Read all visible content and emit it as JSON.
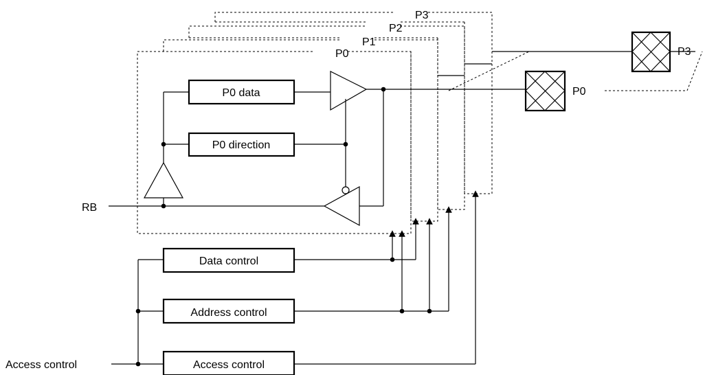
{
  "planes": {
    "p3": "P3",
    "p2": "P2",
    "p1": "P1",
    "p0": "P0"
  },
  "blocks": {
    "p0_data": "P0 data",
    "p0_direction": "P0 direction",
    "data_control": "Data control",
    "address_control": "Address control",
    "access_control": "Access control"
  },
  "pins": {
    "p0": "P0",
    "p3": "P3"
  },
  "signals": {
    "rb": "RB",
    "access_control_input": "Access control"
  }
}
